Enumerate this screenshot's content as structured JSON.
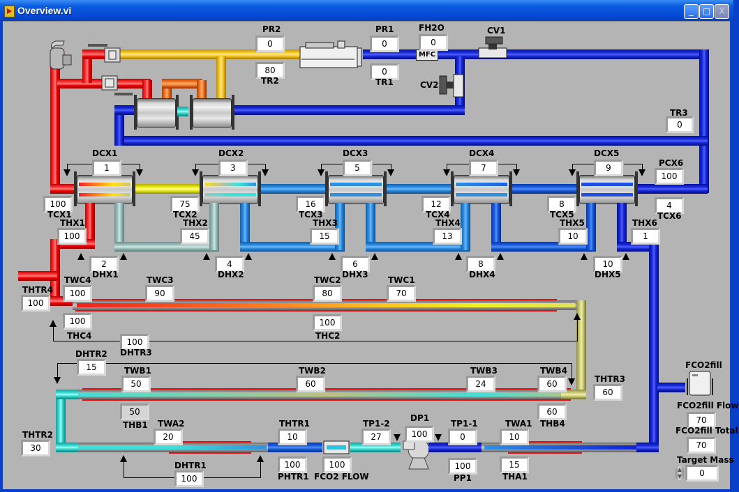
{
  "window": {
    "title": "Overview.vi",
    "buttons": {
      "minimize": "_",
      "maximize": "□",
      "close": "X"
    }
  },
  "devices": {
    "mfc_label": "MFC",
    "icons": [
      "relief-valve-icon",
      "ball-valve-icon",
      "compressor-icon",
      "mass-flow-controller-icon",
      "control-valve-icon",
      "heat-exchanger-icon",
      "pump-icon",
      "fill-cart-icon",
      "spin-arrows-icon"
    ]
  },
  "indicators": {
    "PR2": {
      "label": "PR2",
      "value": "0"
    },
    "TR2": {
      "label": "TR2",
      "value": "80"
    },
    "PR1": {
      "label": "PR1",
      "value": "0"
    },
    "TR1": {
      "label": "TR1",
      "value": "0"
    },
    "FH2O": {
      "label": "FH2O",
      "value": "0"
    },
    "CV1": {
      "label": "CV1"
    },
    "CV2": {
      "label": "CV2"
    },
    "TR3": {
      "label": "TR3",
      "value": "0"
    },
    "DCX1": {
      "label": "DCX1",
      "value": "1"
    },
    "DCX2": {
      "label": "DCX2",
      "value": "3"
    },
    "DCX3": {
      "label": "DCX3",
      "value": "5"
    },
    "DCX4": {
      "label": "DCX4",
      "value": "7"
    },
    "DCX5": {
      "label": "DCX5",
      "value": "9"
    },
    "PCX6": {
      "label": "PCX6",
      "value": "100"
    },
    "TCX1": {
      "label": "TCX1",
      "value": "100"
    },
    "TCX2": {
      "label": "TCX2",
      "value": "75"
    },
    "TCX3": {
      "label": "TCX3",
      "value": "16"
    },
    "TCX4": {
      "label": "TCX4",
      "value": "12"
    },
    "TCX5": {
      "label": "TCX5",
      "value": "8"
    },
    "TCX6": {
      "label": "TCX6",
      "value": "4"
    },
    "THX1": {
      "label": "THX1",
      "value": "100"
    },
    "THX2": {
      "label": "THX2",
      "value": "45"
    },
    "THX3": {
      "label": "THX3",
      "value": "15"
    },
    "THX4": {
      "label": "THX4",
      "value": "13"
    },
    "THX5": {
      "label": "THX5",
      "value": "10"
    },
    "THX6": {
      "label": "THX6",
      "value": "1"
    },
    "DHX1": {
      "label": "DHX1",
      "value": "2"
    },
    "DHX2": {
      "label": "DHX2",
      "value": "4"
    },
    "DHX3": {
      "label": "DHX3",
      "value": "6"
    },
    "DHX4": {
      "label": "DHX4",
      "value": "8"
    },
    "DHX5": {
      "label": "DHX5",
      "value": "10"
    },
    "THTR4": {
      "label": "THTR4",
      "value": "100"
    },
    "TWC4": {
      "label": "TWC4",
      "value": "100"
    },
    "TWC3": {
      "label": "TWC3",
      "value": "90"
    },
    "TWC2": {
      "label": "TWC2",
      "value": "80"
    },
    "TWC1": {
      "label": "TWC1",
      "value": "70"
    },
    "THC4": {
      "label": "THC4",
      "value": "100"
    },
    "THC2": {
      "label": "THC2",
      "value": "100"
    },
    "DHTR3": {
      "label": "DHTR3",
      "value": "100"
    },
    "DHTR2": {
      "label": "DHTR2",
      "value": "15"
    },
    "TWB1": {
      "label": "TWB1",
      "value": "50"
    },
    "TWB2": {
      "label": "TWB2",
      "value": "60"
    },
    "TWB3": {
      "label": "TWB3",
      "value": "24"
    },
    "TWB4": {
      "label": "TWB4",
      "value": "60"
    },
    "THB1": {
      "label": "THB1",
      "value": "50"
    },
    "THB4": {
      "label": "THB4",
      "value": "60"
    },
    "THTR3": {
      "label": "THTR3",
      "value": "60"
    },
    "THTR2": {
      "label": "THTR2",
      "value": "30"
    },
    "TWA2": {
      "label": "TWA2",
      "value": "20"
    },
    "THTR1": {
      "label": "THTR1",
      "value": "10"
    },
    "PHTR1": {
      "label": "PHTR1",
      "value": "100"
    },
    "FCO2FLOW": {
      "label": "FCO2 FLOW",
      "value": "100"
    },
    "TP1_2": {
      "label": "TP1-2",
      "value": "27"
    },
    "DP1": {
      "label": "DP1",
      "value": "100"
    },
    "TP1_1": {
      "label": "TP1-1",
      "value": "0"
    },
    "PP1": {
      "label": "PP1",
      "value": "100"
    },
    "TWA1": {
      "label": "TWA1",
      "value": "10"
    },
    "THA1": {
      "label": "THA1",
      "value": "15"
    },
    "DHTR1": {
      "label": "DHTR1",
      "value": "100"
    },
    "FCO2fill": {
      "label": "FCO2fill"
    },
    "FCO2fillFlow": {
      "label": "FCO2fill Flow",
      "value": "70"
    },
    "FCO2fillTotal": {
      "label": "FCO2fill Total",
      "value": "70"
    },
    "TargetMass": {
      "label": "Target Mass",
      "value": "0"
    }
  },
  "colors": {
    "panel": "#b4b4b4",
    "titlebar": "#0548d4",
    "hot_pipe": "#ff2020",
    "supply_pipe": "#ffd030",
    "cold_pipe": "#2030e0",
    "heater_wire": "#e01010"
  }
}
